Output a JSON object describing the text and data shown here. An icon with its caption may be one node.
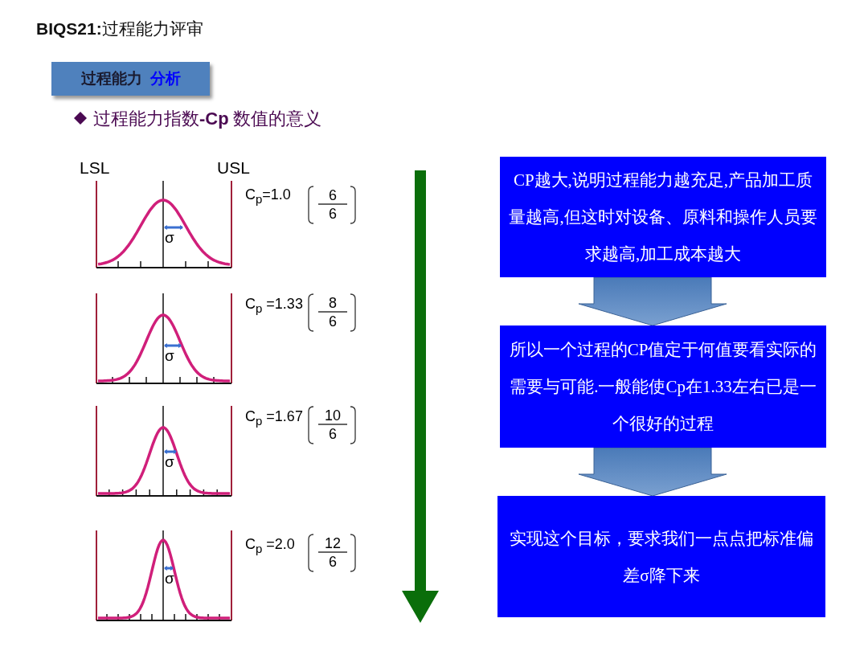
{
  "diagram": {
    "title": "**BIQS21:**过程能力评审",
    "nodes": [
      {
        "text": [
          "CP越大,说明过程能力越充足,产品加工质量越高,但这时对设备、原料和操作人员要求越高,加工成本越大"
        ]
      },
      {
        "text": [
          "所以一个过程的CP值定于何值要看实际的需要与可能.一般能使Cp在1.33左右已是一个很好的过程"
        ]
      },
      {
        "text": [
          "实现这个目标，要求我们一点点把标准偏差σ降下来"
        ]
      },
      {
        "text": [
          "过程能力",
          "分析"
        ]
      }
    ],
    "edges": [
      {
        "from": 0,
        "to": 1,
        "arrow": "to"
      },
      {
        "from": 1,
        "to": 2,
        "arrow": "to"
      }
    ],
    "labels": [
      "过程能力指数**-Cp** 数值的意义",
      "LSL",
      "USL",
      "C$_{p}$=1.0",
      "6",
      "6",
      "σ",
      "C$_{p}$ =1.33",
      "8",
      "6",
      "σ",
      "C$_{p}$ =1.67",
      "10",
      "6",
      "σ",
      "C$_{p}$ =2.0",
      "12",
      "6",
      "σ"
    ]
  }
}
